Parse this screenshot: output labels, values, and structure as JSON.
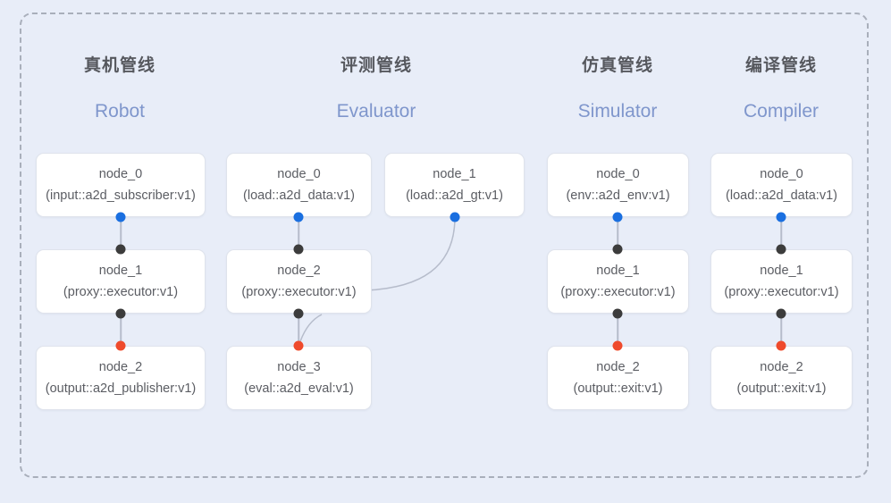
{
  "diagram": {
    "frame": {
      "style": "dashed-rounded-rectangle"
    },
    "columns": [
      {
        "title": "真机管线",
        "subtitle": "Robot",
        "nodes": [
          {
            "name": "node_0",
            "type": "(input::a2d_subscriber:v1)"
          },
          {
            "name": "node_1",
            "type": "(proxy::executor:v1)"
          },
          {
            "name": "node_2",
            "type": "(output::a2d_publisher:v1)"
          }
        ]
      },
      {
        "title": "评测管线",
        "subtitle": "Evaluator",
        "nodes": [
          {
            "name": "node_0",
            "type": "(load::a2d_data:v1)"
          },
          {
            "name": "node_1",
            "type": "(load::a2d_gt:v1)"
          },
          {
            "name": "node_2",
            "type": "(proxy::executor:v1)"
          },
          {
            "name": "node_3",
            "type": "(eval::a2d_eval:v1)"
          }
        ]
      },
      {
        "title": "仿真管线",
        "subtitle": "Simulator",
        "nodes": [
          {
            "name": "node_0",
            "type": "(env::a2d_env:v1)"
          },
          {
            "name": "node_1",
            "type": "(proxy::executor:v1)"
          },
          {
            "name": "node_2",
            "type": "(output::exit:v1)"
          }
        ]
      },
      {
        "title": "编译管线",
        "subtitle": "Compiler",
        "nodes": [
          {
            "name": "node_0",
            "type": "(load::a2d_data:v1)"
          },
          {
            "name": "node_1",
            "type": "(proxy::executor:v1)"
          },
          {
            "name": "node_2",
            "type": "(output::exit:v1)"
          }
        ]
      }
    ],
    "colors": {
      "background": "#e8edf8",
      "node_fill": "#ffffff",
      "node_border": "#dfe3ec",
      "frame_border": "#a9afbb",
      "title_text": "#56585e",
      "subtitle_text": "#7f96cc",
      "node_text": "#5b5d63",
      "port_output": "#1a6fe0",
      "port_input": "#3c3c3c",
      "port_terminal": "#ef4a2c",
      "edge_line": "#b6bccb"
    },
    "ports": {
      "output_label": "output-port",
      "input_label": "input-port",
      "terminal_label": "terminal-port"
    }
  }
}
